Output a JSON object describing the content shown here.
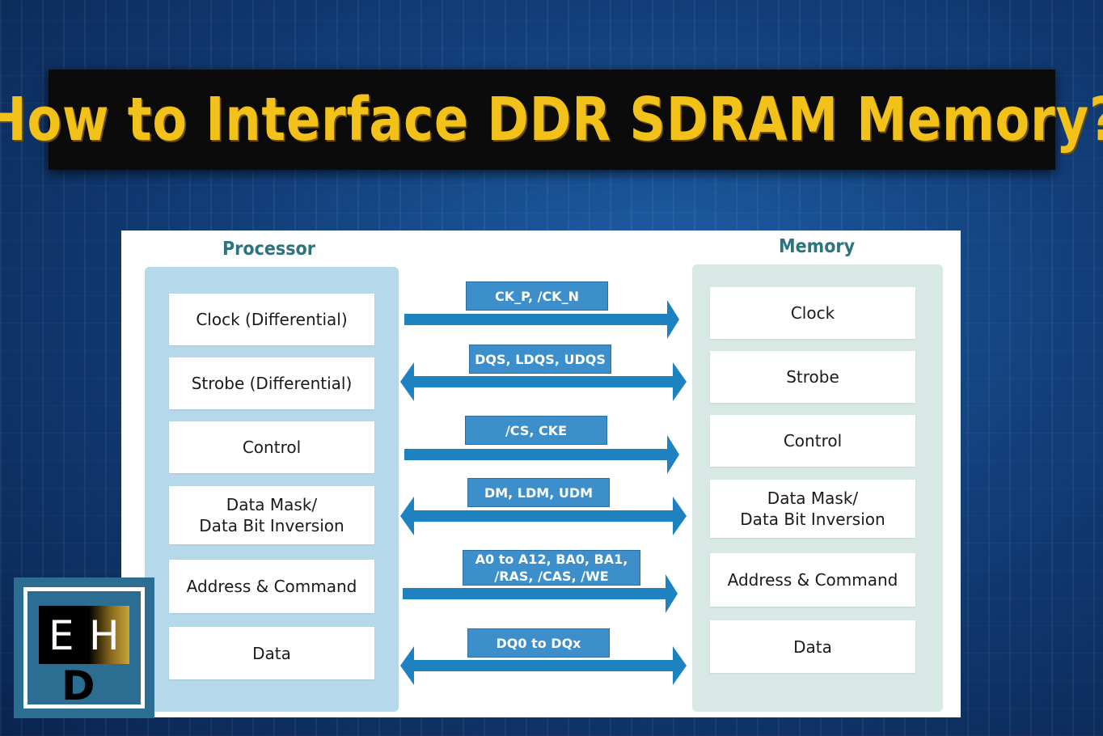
{
  "title": "How to Interface DDR SDRAM Memory?",
  "processor_label": "Processor",
  "memory_label": "Memory",
  "processor_blocks": [
    "Clock (Differential)",
    "Strobe (Differential)",
    "Control",
    "Data Mask/\nData Bit Inversion",
    "Address & Command",
    "Data"
  ],
  "memory_blocks": [
    "Clock",
    "Strobe",
    "Control",
    "Data Mask/\nData Bit Inversion",
    "Address & Command",
    "Data"
  ],
  "signals": [
    {
      "label": "CK_P, /CK_N",
      "direction": "right"
    },
    {
      "label": "DQS, LDQS, UDQS",
      "direction": "both"
    },
    {
      "label": "/CS, CKE",
      "direction": "right"
    },
    {
      "label": "DM, LDM, UDM",
      "direction": "both"
    },
    {
      "label": "A0 to A12, BA0, BA1,\n/RAS, /CAS, /WE",
      "direction": "right"
    },
    {
      "label": "DQ0 to DQx",
      "direction": "both"
    }
  ],
  "logo": {
    "letters": [
      "E",
      "H",
      "D"
    ]
  },
  "colors": {
    "title_text": "#f2c21b",
    "arrow": "#1f82c0",
    "signal_box": "#3d8fcb",
    "processor_column": "#b5d8ea",
    "memory_column": "#d7e8e5",
    "label_text": "#2d7380"
  }
}
